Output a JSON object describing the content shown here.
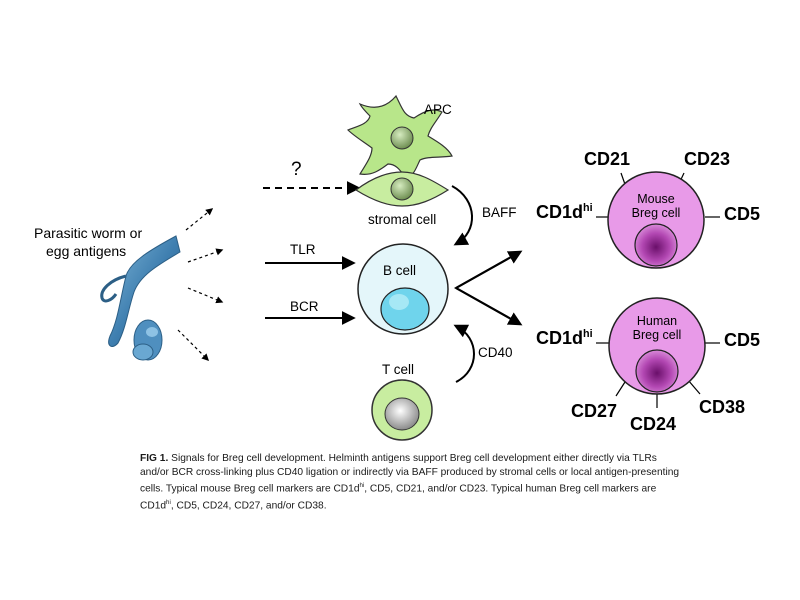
{
  "worm_label": [
    "Parasitic worm or",
    "egg antigens"
  ],
  "question_mark": "?",
  "cells": {
    "apc": "APC",
    "stromal": "stromal cell",
    "b_cell": "B cell",
    "t_cell": "T cell",
    "mouse_breg": [
      "Mouse",
      "Breg cell"
    ],
    "human_breg": [
      "Human",
      "Breg cell"
    ]
  },
  "signals": {
    "tlr": "TLR",
    "bcr": "BCR",
    "baff": "BAFF",
    "cd40": "CD40"
  },
  "mouse_markers": {
    "cd21": "CD21",
    "cd23": "CD23",
    "cd1d": "CD1d",
    "cd1d_sup": "hi",
    "cd5": "CD5"
  },
  "human_markers": {
    "cd1d": "CD1d",
    "cd1d_sup": "hi",
    "cd5": "CD5",
    "cd27": "CD27",
    "cd24": "CD24",
    "cd38": "CD38"
  },
  "caption": {
    "label": "FIG 1.",
    "text_1": " Signals for Breg cell development. Helminth antigens support Breg cell development either directly via TLRs and/or BCR cross-linking plus CD40 ligation or indirectly via BAFF produced by stromal cells or local antigen-presenting cells. Typical mouse Breg cell markers are CD1d",
    "sup_1": "hi",
    "text_2": ", CD5, CD21, and/or CD23. Typical human Breg cell markers are CD1d",
    "sup_2": "hi",
    "text_3": ", CD5, CD24, CD27, and/or CD38."
  },
  "colors": {
    "apc_fill": "#b8e68a",
    "b_cell_fill": "#e4f6fa",
    "b_nucleus": "#6fd4ec",
    "breg_fill": "#e89ae8",
    "breg_nucleus": "#8a1f8a",
    "worm": "#3f7fb0"
  }
}
